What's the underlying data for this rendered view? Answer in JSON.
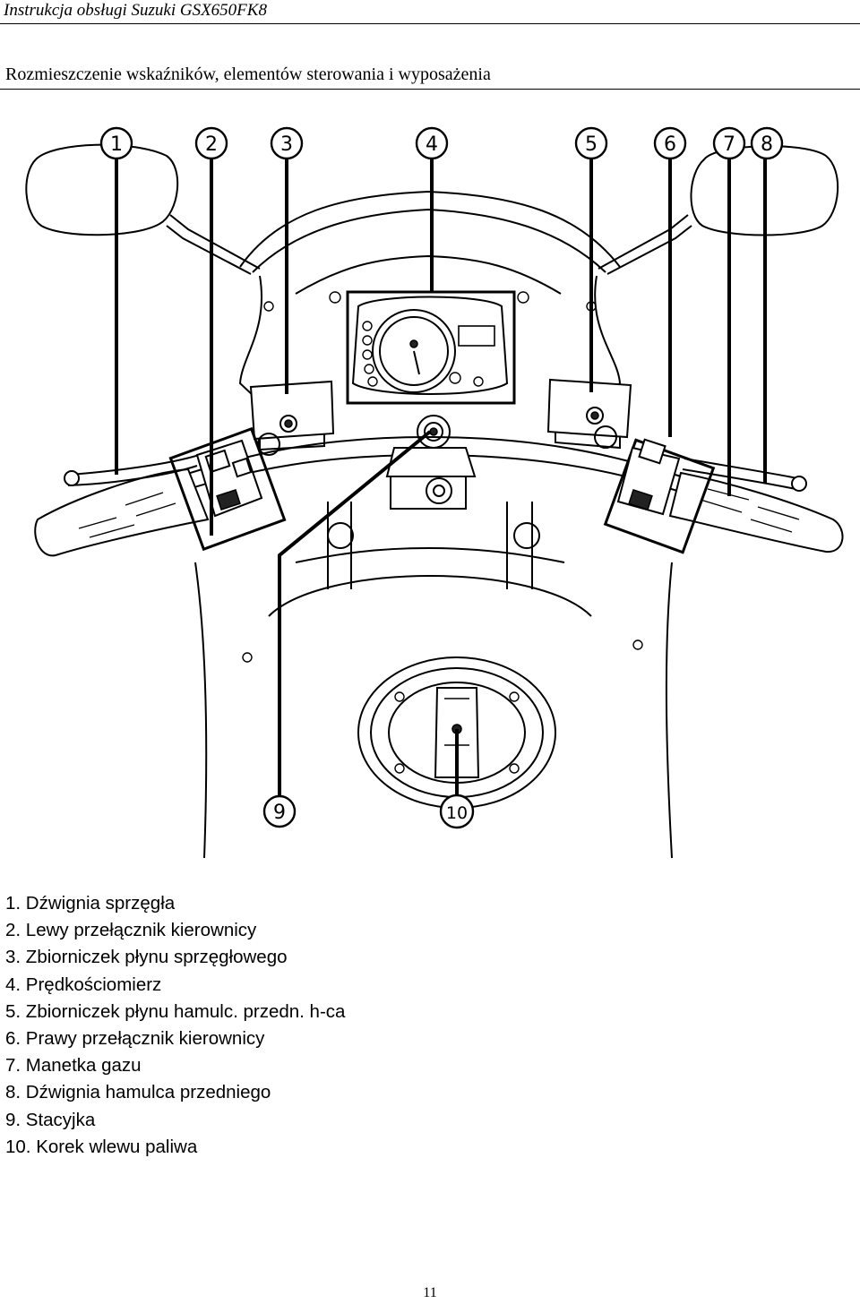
{
  "header": {
    "running_title": "Instrukcja obsługi Suzuki GSX650FK8"
  },
  "section": {
    "title": "Rozmieszczenie wskaźników, elementów sterowania i wyposażenia"
  },
  "figure": {
    "callouts": [
      "1",
      "2",
      "3",
      "4",
      "5",
      "6",
      "7",
      "8",
      "9",
      "10"
    ]
  },
  "legend": [
    "1. Dźwignia sprzęgła",
    "2. Lewy przełącznik kierownicy",
    "3. Zbiorniczek płynu sprzęgłowego",
    "4. Prędkościomierz",
    "5. Zbiorniczek płynu hamulc. przedn. h-ca",
    "6. Prawy przełącznik kierownicy",
    "7. Manetka gazu",
    "8. Dźwignia hamulca przedniego",
    "9. Stacyjka",
    "10. Korek wlewu paliwa"
  ],
  "footer": {
    "page_number": "11"
  }
}
